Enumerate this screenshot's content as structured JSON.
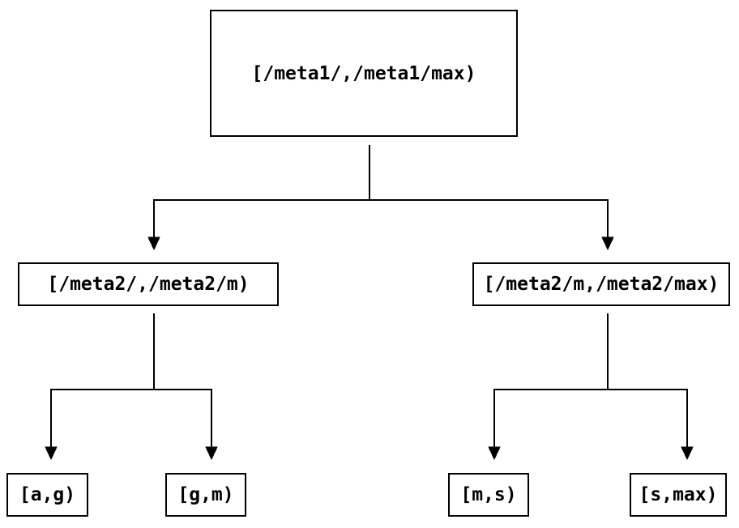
{
  "diagram": {
    "type": "binary-interval-tree",
    "colors": {
      "background": "#ffffff",
      "line": "#000000",
      "text": "#000000",
      "node_fill": "#ffffff"
    },
    "tree": {
      "root": {
        "label": "[/meta1/,/meta1/max)",
        "children": [
          {
            "label": "[/meta2/,/meta2/m)",
            "children": [
              {
                "label": "[a,g)"
              },
              {
                "label": "[g,m)"
              }
            ]
          },
          {
            "label": "[/meta2/m,/meta2/max)",
            "children": [
              {
                "label": "[m,s)"
              },
              {
                "label": "[s,max)"
              }
            ]
          }
        ]
      }
    }
  }
}
